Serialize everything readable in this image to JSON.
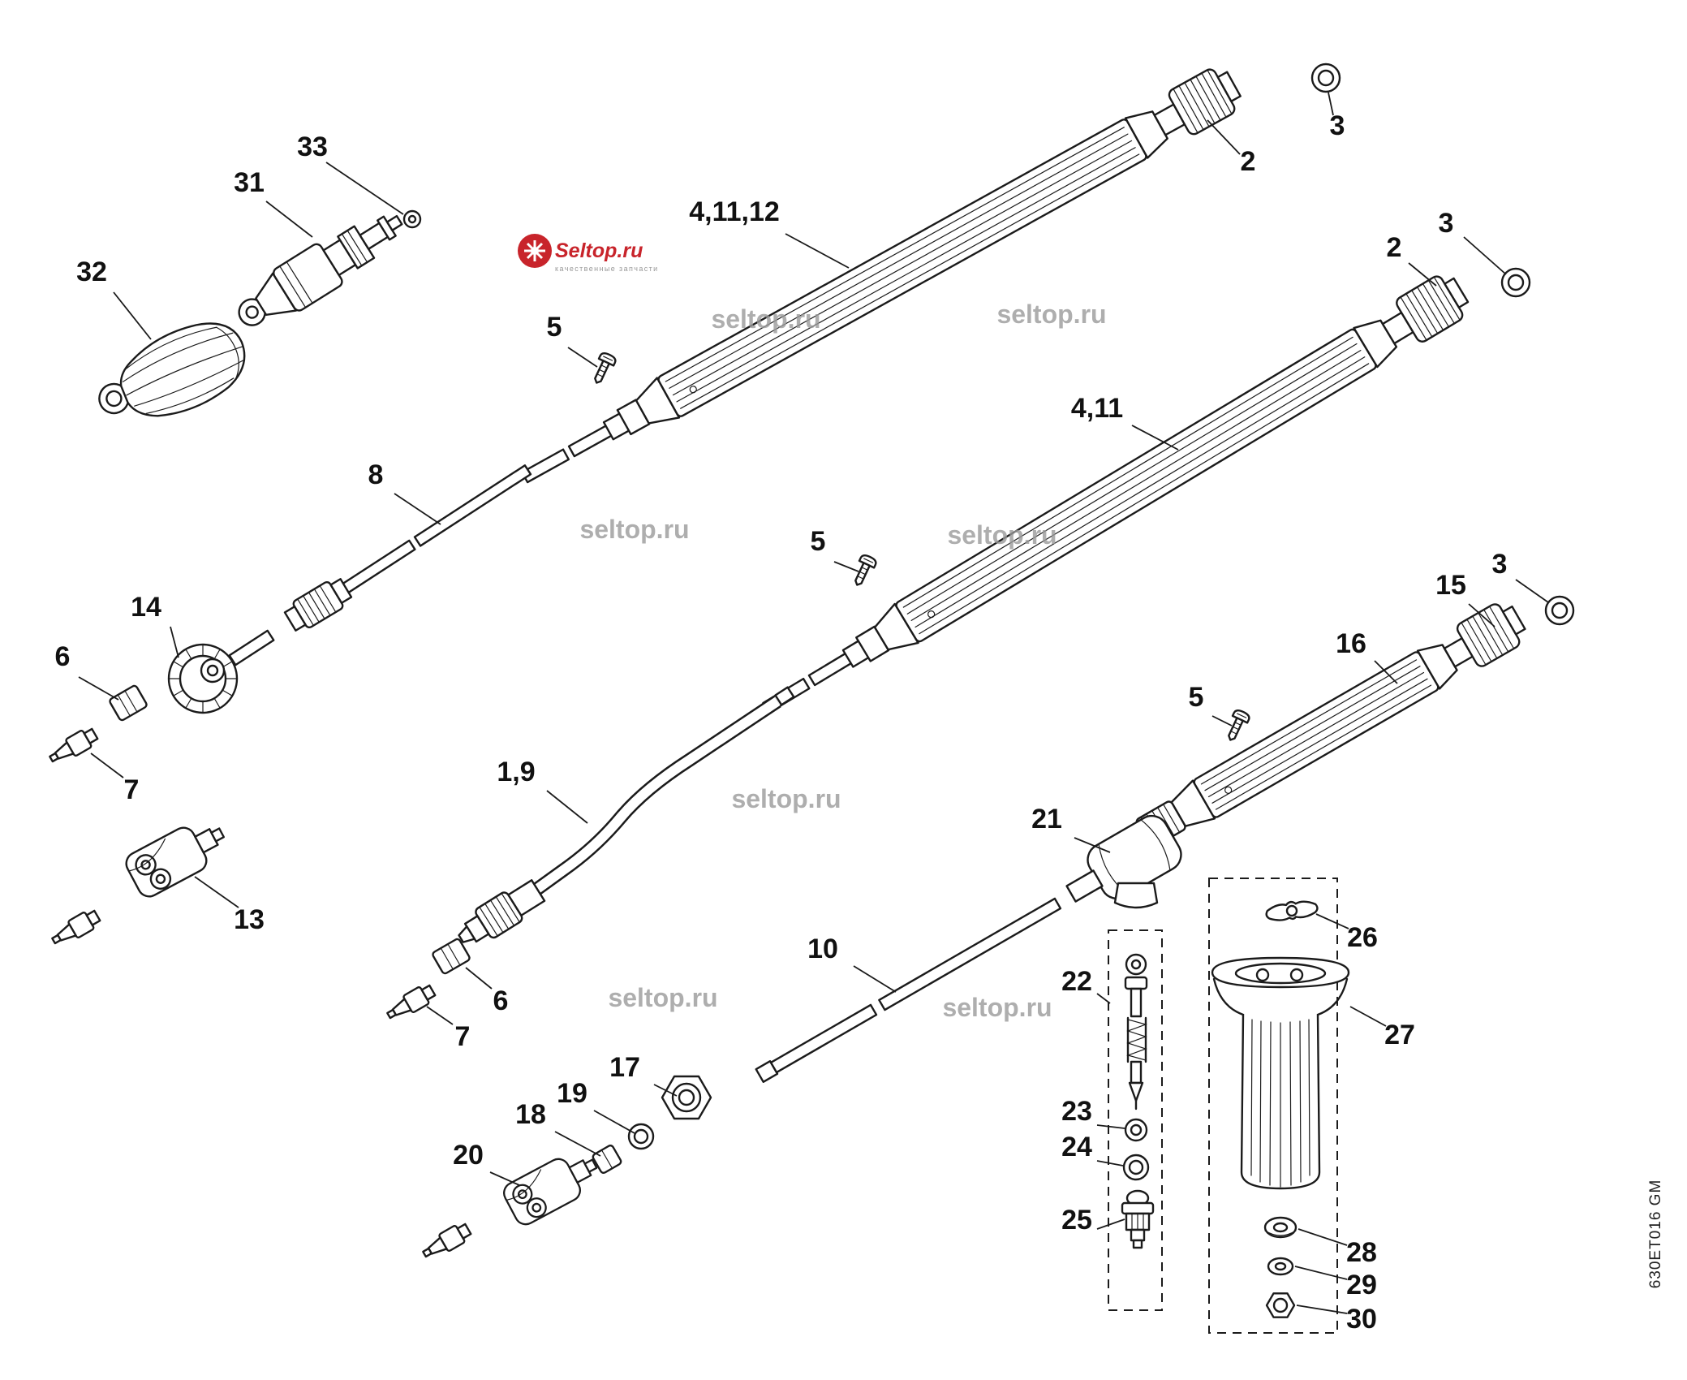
{
  "diagram": {
    "code": "630ET016 GM",
    "watermark": "seltop.ru",
    "logo": {
      "brand": "Seltop.ru",
      "subtitle": "качественные запчасти"
    },
    "labels": [
      {
        "text": "33"
      },
      {
        "text": "31"
      },
      {
        "text": "32"
      },
      {
        "text": "4,11,12"
      },
      {
        "text": "5"
      },
      {
        "text": "2"
      },
      {
        "text": "3"
      },
      {
        "text": "2"
      },
      {
        "text": "3"
      },
      {
        "text": "4,11"
      },
      {
        "text": "5"
      },
      {
        "text": "8"
      },
      {
        "text": "14"
      },
      {
        "text": "6"
      },
      {
        "text": "7"
      },
      {
        "text": "13"
      },
      {
        "text": "1,9"
      },
      {
        "text": "6"
      },
      {
        "text": "7"
      },
      {
        "text": "10"
      },
      {
        "text": "17"
      },
      {
        "text": "19"
      },
      {
        "text": "18"
      },
      {
        "text": "20"
      },
      {
        "text": "15"
      },
      {
        "text": "16"
      },
      {
        "text": "3"
      },
      {
        "text": "5"
      },
      {
        "text": "21"
      },
      {
        "text": "22"
      },
      {
        "text": "23"
      },
      {
        "text": "24"
      },
      {
        "text": "25"
      },
      {
        "text": "26"
      },
      {
        "text": "27"
      },
      {
        "text": "28"
      },
      {
        "text": "29"
      },
      {
        "text": "30"
      }
    ]
  }
}
